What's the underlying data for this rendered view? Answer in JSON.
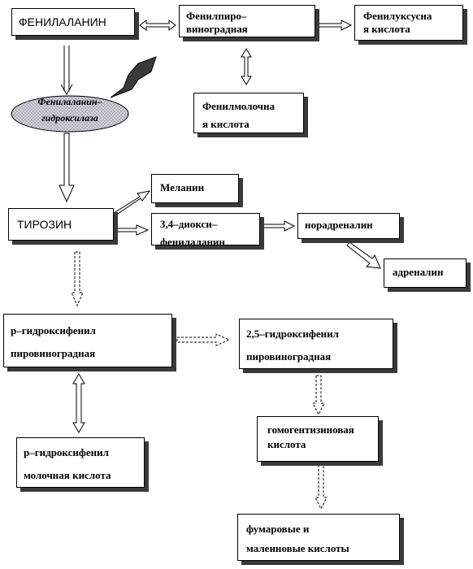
{
  "nodes": {
    "phenylalanine": "ФЕНИЛАЛАНИН",
    "phenylpyruvic": [
      "Фенилпиро–",
      "виноградная"
    ],
    "phenylacetic": [
      "Фенилуксусна",
      "я кислота"
    ],
    "phenyllactic": [
      "Фенилмолочна",
      "я кислота"
    ],
    "enzyme": [
      "Фенилаланин–",
      "гидроксилаза"
    ],
    "melanin": "Меланин",
    "tyrosine": "ТИРОЗИН",
    "dopa": [
      "3,4–диокси–",
      "фенилаланин"
    ],
    "noradrenaline": "норадреналин",
    "adrenaline": "адреналин",
    "p_hpp": [
      "р–гидроксифенил",
      "пировиноградная"
    ],
    "hpp25": [
      "2,5–гидроксифенил",
      "пировиноградная"
    ],
    "p_hpl": [
      "р–гидроксифенил",
      "молочная кислота"
    ],
    "homogentisic": [
      "гомогентизиновая",
      "кислота"
    ],
    "fumaric": [
      "фумаровые и",
      "малеиновые кислоты"
    ]
  },
  "colors": {
    "line": "#000000",
    "shadow": "#3a3a3a",
    "oval_fill": "#c9c9d4"
  }
}
